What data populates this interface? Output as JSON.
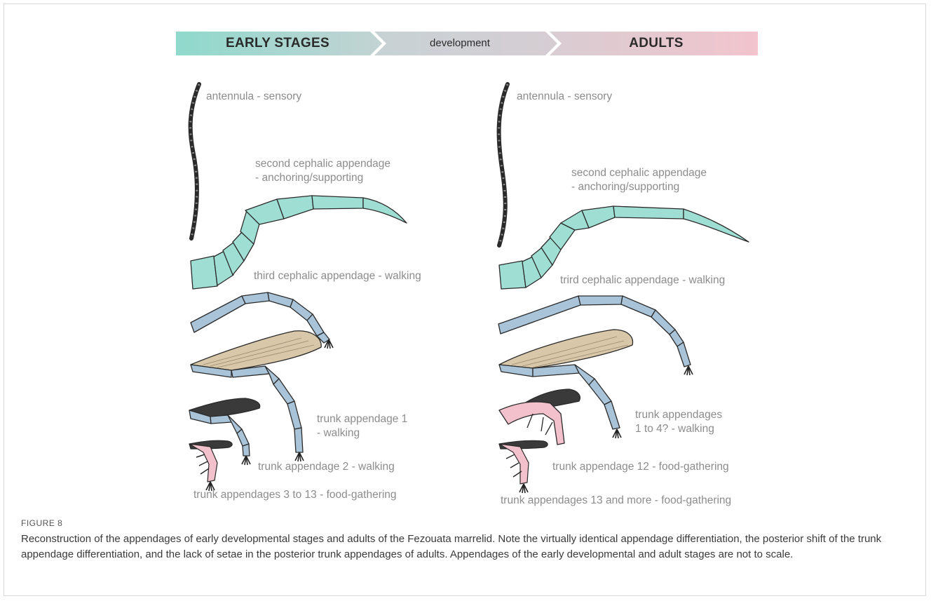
{
  "banner": {
    "early": "EARLY STAGES",
    "development": "development",
    "adults": "ADULTS"
  },
  "colors": {
    "banner_left": "#8fd9cc",
    "banner_mid": "#cfd1d3",
    "banner_right": "#f2c4cd",
    "cephalic": "#9fded3",
    "trunk": "#a9c3d8",
    "setae": "#d8c7a8",
    "food": "#f2c1cc",
    "outline": "#2a2a2a"
  },
  "early_labels": {
    "antennula": "antennula - sensory",
    "second_cephalic_line1": "second cephalic appendage",
    "second_cephalic_line2": "- anchoring/supporting",
    "third_cephalic": "third cephalic appendage - walking",
    "trunk1_line1": "trunk appendage 1",
    "trunk1_line2": "- walking",
    "trunk2": "trunk appendage 2 - walking",
    "trunk3_13": "trunk appendages 3 to 13 - food-gathering"
  },
  "adult_labels": {
    "antennula": "antennula - sensory",
    "second_cephalic_line1": "second cephalic appendage",
    "second_cephalic_line2": "- anchoring/supporting",
    "third_cephalic": "trird cephalic appendage - walking",
    "trunk1_4_line1": "trunk appendages",
    "trunk1_4_line2": "1 to 4? - walking",
    "trunk12": "trunk appendage 12 - food-gathering",
    "trunk13": "trunk appendages 13 and more - food-gathering"
  },
  "caption": {
    "heading": "FIGURE 8",
    "text": "Reconstruction of the appendages of early developmental stages and adults of the Fezouata marrelid. Note the virtually identical appendage differentiation, the posterior shift of the trunk appendage differentiation, and the lack of setae in the posterior trunk appendages of adults. Appendages of the early developmental and adult stages are not to scale."
  }
}
